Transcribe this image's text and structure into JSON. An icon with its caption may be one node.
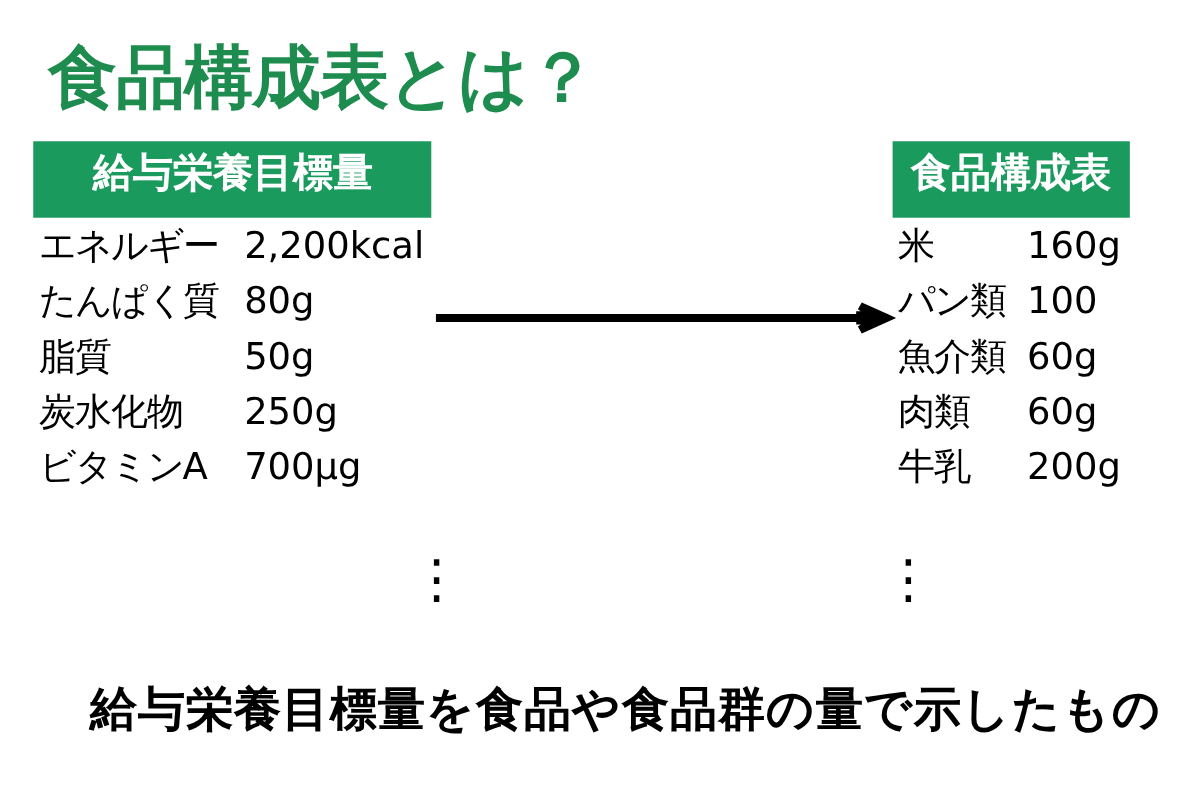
{
  "diagram": {
    "title": "食品構成表とは？",
    "caption": "給与栄養目標量を食品や食品群の量で示したもの",
    "nodes": [
      {
        "text": [
          "給与栄養目標量"
        ],
        "beside": [
          "エネルギー",
          "2,200kcal",
          "たんぱく質",
          "80g",
          "脂質",
          "50g",
          "炭水化物",
          "250g",
          "ビタミンA",
          "700μg"
        ]
      },
      {
        "text": [
          "食品構成表"
        ],
        "beside": [
          "米",
          "160g",
          "パン類",
          "100",
          "魚介類",
          "60g",
          "肉類",
          "60g",
          "牛乳",
          "200g"
        ]
      }
    ],
    "edges": [
      {
        "from": 0,
        "to": 1,
        "arrow": "to"
      }
    ],
    "labels": [
      "⋮",
      "⋮"
    ]
  }
}
